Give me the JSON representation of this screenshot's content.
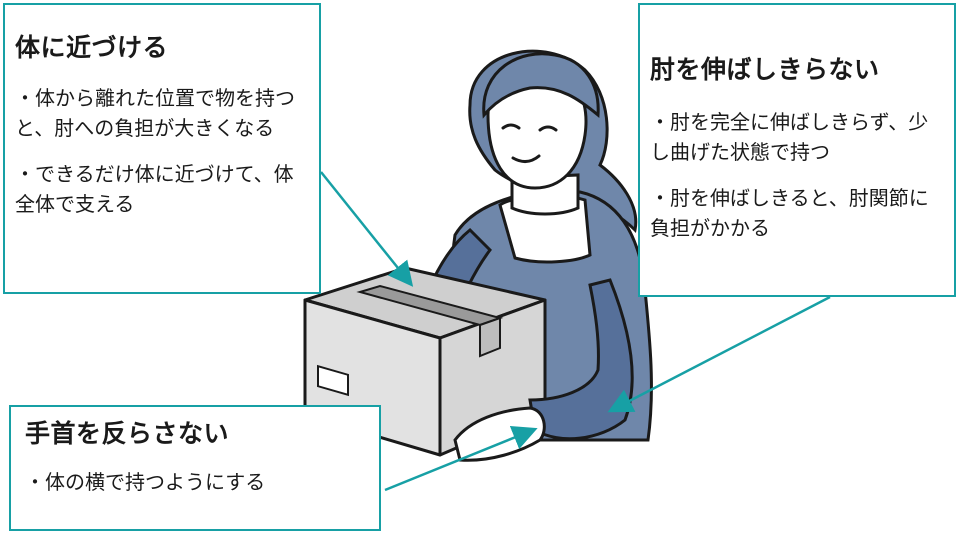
{
  "colors": {
    "callout_border": "#17a0a5",
    "arrow": "#17a0a5",
    "clothing": "#6f87aa",
    "clothing_dark": "#56709a",
    "box_face": "#e2e2e2",
    "box_top": "#cfcfcf",
    "outline": "#1a1a1a"
  },
  "callouts": {
    "body": {
      "title": "体に近づける",
      "points": [
        "・体から離れた位置で物を持つと、肘への負担が大きくなる",
        "・できるだけ体に近づけて、体全体で支える"
      ]
    },
    "elbow": {
      "title": "肘を伸ばしきらない",
      "points": [
        "・肘を完全に伸ばしきらず、少し曲げた状態で持つ",
        "・肘を伸ばしきると、肘関節に負担がかかる"
      ]
    },
    "wrist": {
      "title": "手首を反らさない",
      "points": [
        "・体の横で持つようにする"
      ]
    }
  }
}
